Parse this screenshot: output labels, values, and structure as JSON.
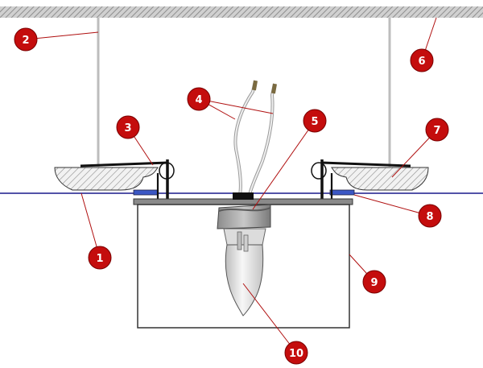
{
  "colors": {
    "callout_fill": "#c40d0d",
    "callout_text": "#ffffff",
    "leader": "#b01010",
    "ceiling_line": "#1a1a8c",
    "outline": "#333333",
    "hatch": "#8a8a8a"
  },
  "callouts": [
    {
      "number": "1",
      "part": "ceiling panel"
    },
    {
      "number": "2",
      "part": "mounting rod"
    },
    {
      "number": "3",
      "part": "spring clip"
    },
    {
      "number": "4",
      "part": "supply wires"
    },
    {
      "number": "5",
      "part": "lamp socket"
    },
    {
      "number": "6",
      "part": "overhead slab"
    },
    {
      "number": "7",
      "part": "panel edge"
    },
    {
      "number": "8",
      "part": "gasket"
    },
    {
      "number": "9",
      "part": "housing"
    },
    {
      "number": "10",
      "part": "lamp bulb"
    }
  ]
}
